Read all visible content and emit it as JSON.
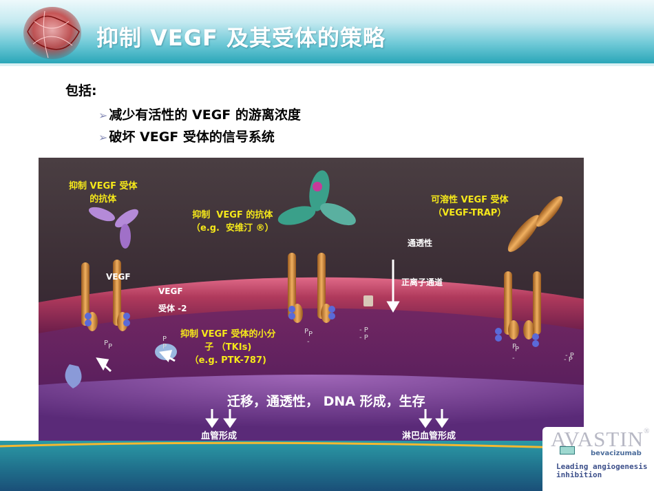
{
  "slide": {
    "title": "抑制 VEGF 及其受体的策略",
    "intro_label": "包括:",
    "bullets": [
      "减少有活性的 VEGF 的游离浓度",
      "破坏 VEGF 受体的信号系统"
    ],
    "bullet_glyph": "➢"
  },
  "figure": {
    "labels": {
      "anti_receptor_antibody": "抑制 VEGF 受体\n的抗体",
      "vegf_antibody": "抑制  VEGF 的抗体\n（e.g.  安维汀 ®）",
      "soluble_receptor": "可溶性 VEGF 受体\n（VEGF-TRAP）",
      "permeability": "通透性",
      "ion_channel": "正离子通道",
      "vegf_small": "VEGF",
      "vegf": "VEGF",
      "receptor2": "受体 -2",
      "tki": "抑制 VEGF 受体的小分\n子 （TKIs)\n（e.g. PTK-787)",
      "outcomes": "迁移，通透性，  DNA 形成，生存",
      "angiogenesis": "血管形成",
      "lymphangiogenesis": "淋巴血管形成"
    },
    "phospho": [
      "P",
      "P",
      "P",
      "P",
      "- P",
      "- P",
      "P",
      "P",
      "- P",
      "- P",
      "P",
      "P",
      "-",
      "- P",
      "- P",
      "-"
    ]
  },
  "brand": {
    "name": "AVASTIN",
    "registered": "®",
    "generic": "bevacizumab",
    "tagline_1": "Leading angiogenesis",
    "tagline_2": "inhibition"
  },
  "colors": {
    "label_yellow": "#f5e81a",
    "membrane": "#b03a5c",
    "receptor": "#d88a3a",
    "header": "#2aa6b8",
    "footer": "#1f6d8a"
  }
}
